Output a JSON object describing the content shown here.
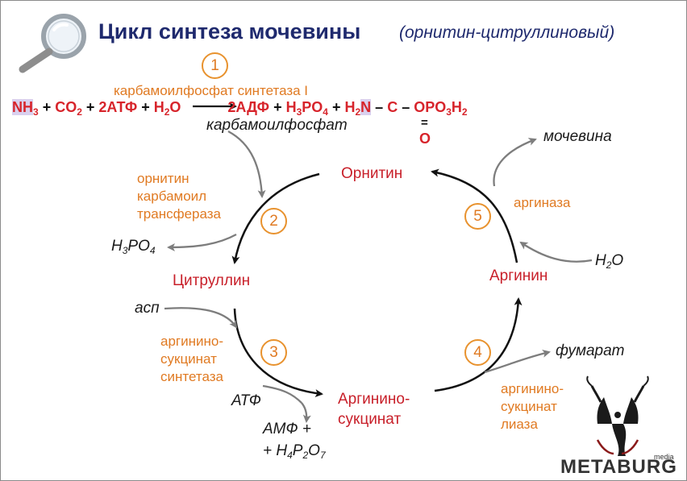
{
  "header": {
    "title": "Цикл синтеза мочевины",
    "subtitle": "(орнитин-цитруллиновый)"
  },
  "equation": {
    "nh": "NH",
    "nh_sub": "3",
    "plus1": " + ",
    "co": "CO",
    "co_sub": "2",
    "plus2": " + ",
    "atp": "2АТФ",
    "plus3": " + ",
    "h2o_h": "H",
    "h2o_sub": "2",
    "h2o_o": "O",
    "adp": "2АДФ",
    "plus4": " + ",
    "h3po4_h": "H",
    "h3po4_sub1": "3",
    "h3po4_po": "PO",
    "h3po4_sub2": "4",
    "plus5": " + ",
    "h2n_h": "H",
    "h2n_sub": "2",
    "h2n_n": "N",
    "dash1": " – ",
    "c": "C",
    "dash2": " – ",
    "opo_o": "OPO",
    "opo_sub1": "3",
    "opo_h": "H",
    "opo_sub2": "2",
    "double_bond": "=",
    "oxygen": "O"
  },
  "labels": {
    "enzyme1": "карбамоилфосфат синтетаза I",
    "carbamoyl_phosphate": "карбамоилфосфат",
    "enzyme2_l1": "орнитин",
    "enzyme2_l2": "карбамоил",
    "enzyme2_l3": "трансфераза",
    "h3po4_h": "H",
    "h3po4_sub1": "3",
    "h3po4_po": "PO",
    "h3po4_sub2": "4",
    "ornithine": "Орнитин",
    "citrulline": "Цитруллин",
    "asp": "асп",
    "enzyme3_l1": "аргинино-",
    "enzyme3_l2": "сукцинат",
    "enzyme3_l3": "синтетаза",
    "atp": "АТФ",
    "amp_l1": "АМФ +",
    "amp_l2_prefix": "+ H",
    "amp_sub1": "4",
    "amp_p": "P",
    "amp_sub2": "2",
    "amp_o": "O",
    "amp_sub3": "7",
    "argsucc_l1": "Аргинино-",
    "argsucc_l2": "сукцинат",
    "enzyme4_l1": "аргинино-",
    "enzyme4_l2": "сукцинат",
    "enzyme4_l3": "лиаза",
    "fumarate": "фумарат",
    "arginine": "Аргинин",
    "water_h": "H",
    "water_sub": "2",
    "water_o": "O",
    "enzyme5": "аргиназа",
    "urea": "мочевина"
  },
  "steps": [
    "1",
    "2",
    "3",
    "4",
    "5"
  ],
  "logo": {
    "word": "METABURG",
    "media": "media"
  },
  "colors": {
    "title": "#1f2a6e",
    "enzyme": "#e07a22",
    "metabolite": "#c8202a",
    "formula_red": "#d7242b",
    "highlight": "#d9d0ee",
    "arrow_black": "#111111",
    "arrow_gray": "#7d7d7d"
  },
  "icons": [
    "magnifier-icon",
    "metaburg-logo-icon"
  ]
}
